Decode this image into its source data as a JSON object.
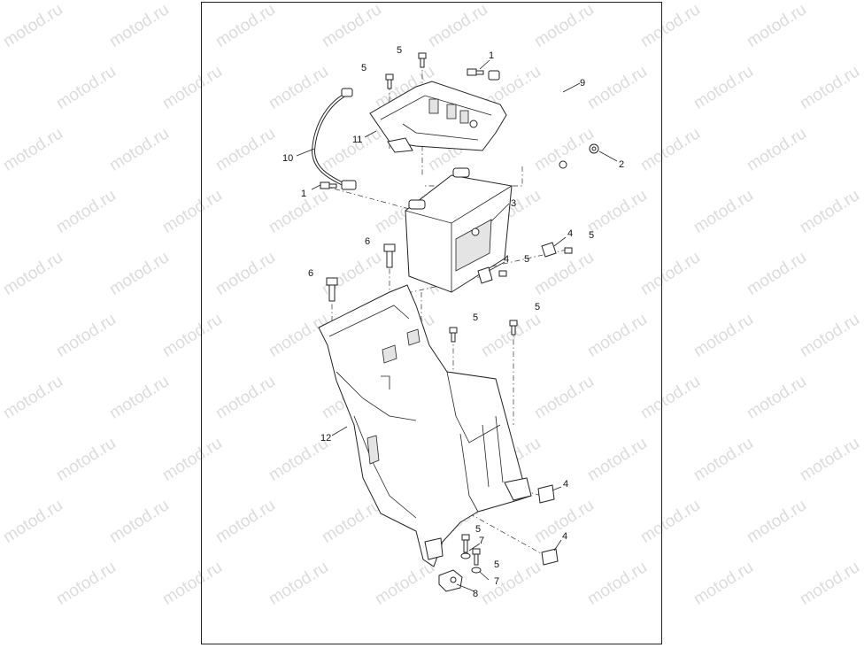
{
  "watermark": {
    "text": "motod.ru"
  },
  "callouts": [
    {
      "id": "c1a",
      "label": "1"
    },
    {
      "id": "c1b",
      "label": "1"
    },
    {
      "id": "c2",
      "label": "2"
    },
    {
      "id": "c3",
      "label": "3"
    },
    {
      "id": "c4a",
      "label": "4"
    },
    {
      "id": "c4b",
      "label": "4"
    },
    {
      "id": "c4c",
      "label": "4"
    },
    {
      "id": "c4d",
      "label": "4"
    },
    {
      "id": "c5a",
      "label": "5"
    },
    {
      "id": "c5b",
      "label": "5"
    },
    {
      "id": "c5c",
      "label": "5"
    },
    {
      "id": "c5d",
      "label": "5"
    },
    {
      "id": "c5e",
      "label": "5"
    },
    {
      "id": "c5f",
      "label": "5"
    },
    {
      "id": "c5g",
      "label": "5"
    },
    {
      "id": "c5h",
      "label": "5"
    },
    {
      "id": "c6a",
      "label": "6"
    },
    {
      "id": "c6b",
      "label": "6"
    },
    {
      "id": "c7a",
      "label": "7"
    },
    {
      "id": "c7b",
      "label": "7"
    },
    {
      "id": "c8",
      "label": "8"
    },
    {
      "id": "c9",
      "label": "9"
    },
    {
      "id": "c10",
      "label": "10"
    },
    {
      "id": "c11",
      "label": "11"
    },
    {
      "id": "c12",
      "label": "12"
    }
  ],
  "colors": {
    "ink": "#222222",
    "watermark": "#dcdcdc",
    "background": "#ffffff"
  }
}
